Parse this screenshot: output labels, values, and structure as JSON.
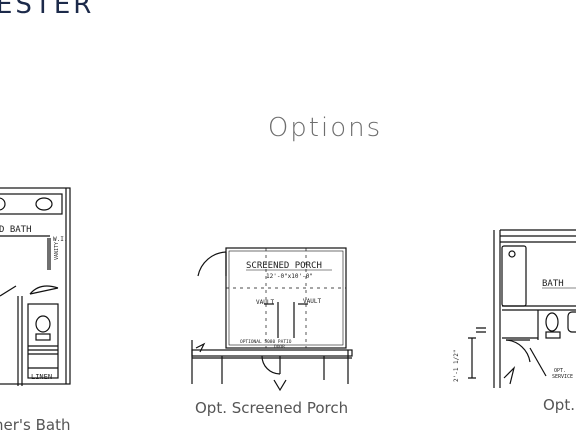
{
  "header": {
    "brand": "ESTER"
  },
  "section": {
    "title": "Options"
  },
  "plans": [
    {
      "caption": "her's Bath",
      "labels": {
        "room": "D BATH",
        "wic": "W.I.",
        "linen": "LINEN",
        "vanity": "VANITY"
      }
    },
    {
      "caption": "Opt. Screened Porch",
      "labels": {
        "room": "SCREENED PORCH",
        "size": "12'-0\"x10'-0\"",
        "vault_left": "VAULT",
        "vault_right": "VAULT",
        "door_line1": "OPTIONAL 5080 PATIO",
        "door_line2": "DOOR"
      }
    },
    {
      "caption": "Opt.",
      "labels": {
        "room": "BATH",
        "dim": "2'-1 1/2\"",
        "service_line1": "OPT.",
        "service_line2": "SERVICE"
      }
    }
  ]
}
